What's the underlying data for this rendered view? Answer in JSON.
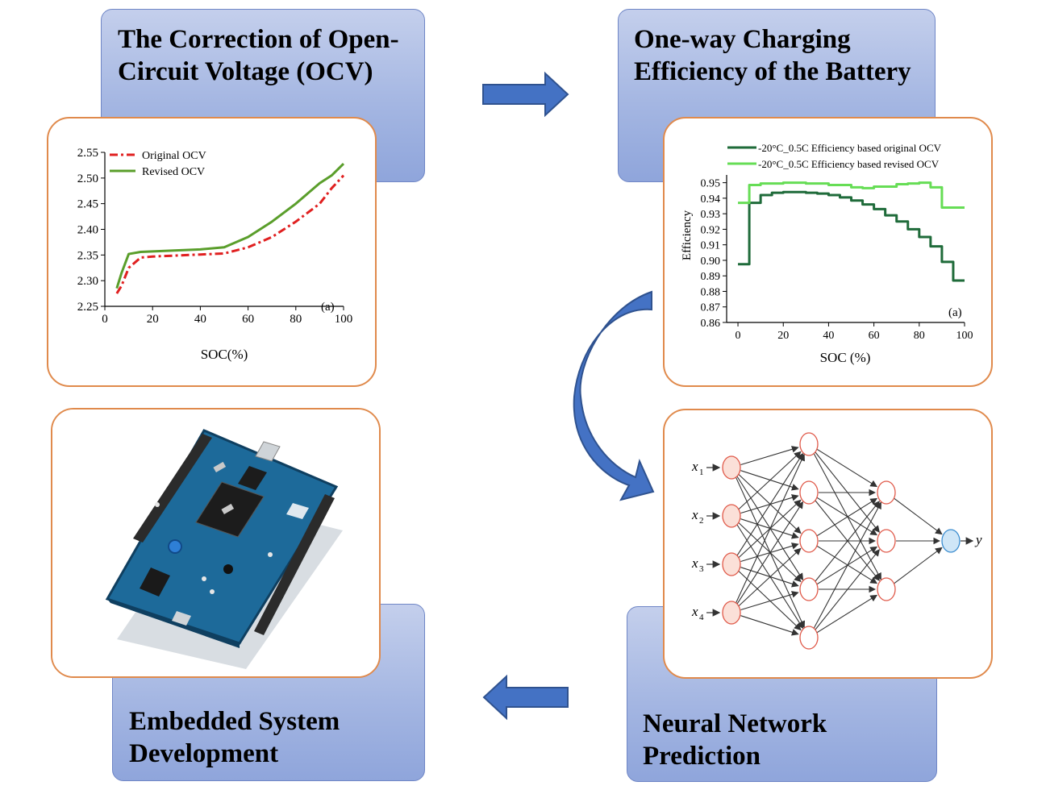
{
  "stages": {
    "ocv": {
      "title_line1": "The Correction of Open-",
      "title_line2": "Circuit Voltage (OCV)"
    },
    "efficiency": {
      "title_line1": "One-way Charging",
      "title_line2": "Efficiency of the Battery"
    },
    "neural": {
      "title_line1": "Neural Network",
      "title_line2": "Prediction"
    },
    "embedded": {
      "title_line1": "Embedded System",
      "title_line2": "Development"
    }
  },
  "ocv_chart": {
    "legend": [
      "Original OCV",
      "Revised OCV"
    ],
    "xlabel": "SOC(%)",
    "tag": "(a)",
    "x_ticks": [
      "0",
      "20",
      "40",
      "60",
      "80",
      "100"
    ],
    "y_ticks": [
      "2.55",
      "2.50",
      "2.45",
      "2.40",
      "2.35",
      "2.30",
      "2.25"
    ]
  },
  "efficiency_chart": {
    "legend": [
      "-20°C_0.5C  Efficiency based original OCV",
      "-20°C_0.5C  Efficiency based revised OCV"
    ],
    "xlabel": "SOC (%)",
    "ylabel": "Efficiency",
    "tag": "(a)",
    "x_ticks": [
      "0",
      "20",
      "40",
      "60",
      "80",
      "100"
    ],
    "y_ticks": [
      "0.95",
      "0.94",
      "0.93",
      "0.92",
      "0.91",
      "0.90",
      "0.89",
      "0.88",
      "0.87",
      "0.86"
    ]
  },
  "network": {
    "inputs": [
      "x",
      "x",
      "x",
      "x"
    ],
    "input_subs": [
      "1",
      "2",
      "3",
      "4"
    ],
    "output": "y"
  },
  "chart_data": [
    {
      "type": "line",
      "xlabel": "SOC(%)",
      "ylabel": "",
      "xlim": [
        0,
        100
      ],
      "ylim": [
        2.25,
        2.55
      ],
      "legend_position": "top-left",
      "series": [
        {
          "name": "Original OCV",
          "color": "#e02020",
          "x": [
            5,
            7,
            10,
            15,
            20,
            30,
            40,
            50,
            60,
            70,
            80,
            90,
            95,
            100
          ],
          "y": [
            2.275,
            2.29,
            2.325,
            2.345,
            2.347,
            2.349,
            2.351,
            2.353,
            2.365,
            2.385,
            2.415,
            2.45,
            2.48,
            2.505
          ]
        },
        {
          "name": "Revised OCV",
          "color": "#5a9e2b",
          "x": [
            5,
            7,
            10,
            15,
            20,
            30,
            40,
            50,
            60,
            70,
            80,
            90,
            95,
            100
          ],
          "y": [
            2.285,
            2.315,
            2.352,
            2.356,
            2.357,
            2.359,
            2.361,
            2.365,
            2.385,
            2.415,
            2.45,
            2.49,
            2.505,
            2.528
          ]
        }
      ]
    },
    {
      "type": "line",
      "xlabel": "SOC (%)",
      "ylabel": "Efficiency",
      "xlim": [
        -5,
        100
      ],
      "ylim": [
        0.86,
        0.955
      ],
      "legend_position": "top",
      "series": [
        {
          "name": "-20°C_0.5C  Efficiency based original OCV",
          "color": "#1f6b3a",
          "x": [
            0,
            5,
            5,
            10,
            15,
            20,
            25,
            30,
            35,
            40,
            45,
            50,
            55,
            60,
            65,
            70,
            75,
            80,
            85,
            90,
            95
          ],
          "y": [
            0.8975,
            0.8975,
            0.937,
            0.942,
            0.9435,
            0.944,
            0.944,
            0.9435,
            0.943,
            0.942,
            0.9405,
            0.9385,
            0.936,
            0.933,
            0.929,
            0.925,
            0.92,
            0.915,
            0.909,
            0.899,
            0.887
          ]
        },
        {
          "name": "-20°C_0.5C  Efficiency based revised OCV",
          "color": "#66dd55",
          "x": [
            0,
            5,
            10,
            20,
            30,
            40,
            50,
            55,
            60,
            70,
            75,
            80,
            85,
            90,
            95
          ],
          "y": [
            0.937,
            0.9485,
            0.9495,
            0.95,
            0.9495,
            0.9485,
            0.947,
            0.9465,
            0.9475,
            0.949,
            0.9495,
            0.95,
            0.947,
            0.934,
            0.934
          ]
        }
      ]
    }
  ]
}
